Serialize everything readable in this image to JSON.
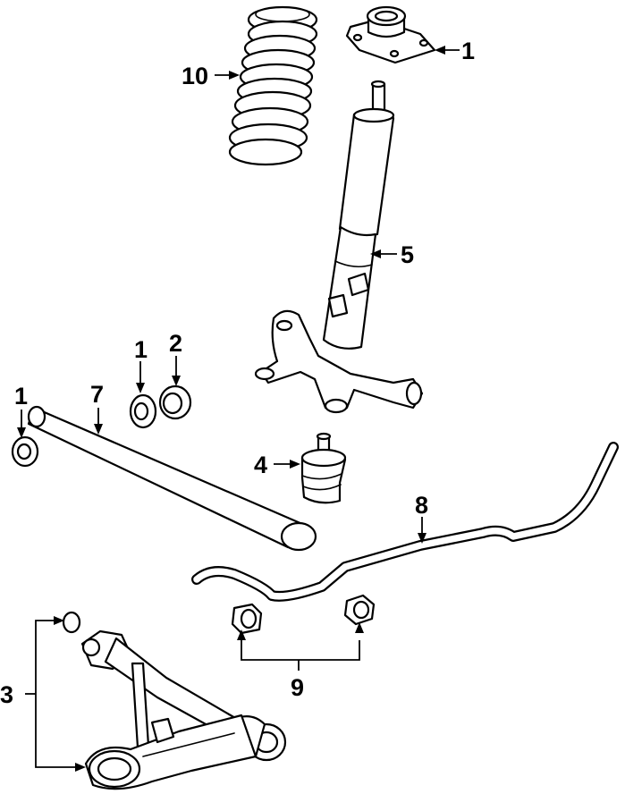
{
  "callouts": {
    "c1_top": "1",
    "c10": "10",
    "c5": "5",
    "c1_mid": "1",
    "c2": "2",
    "c1_left": "1",
    "c7": "7",
    "c4": "4",
    "c8": "8",
    "c3": "3",
    "c9": "9"
  },
  "colors": {
    "line": "#000000",
    "background": "#ffffff"
  }
}
